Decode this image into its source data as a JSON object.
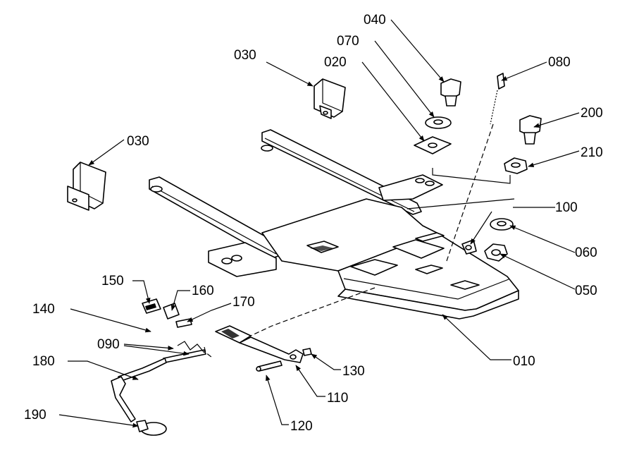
{
  "labels": {
    "p010": "010",
    "p020": "020",
    "p030a": "030",
    "p030b": "030",
    "p040": "040",
    "p050": "050",
    "p060": "060",
    "p070": "070",
    "p080": "080",
    "p090": "090",
    "p100": "100",
    "p110": "110",
    "p120": "120",
    "p130": "130",
    "p140": "140",
    "p150": "150",
    "p160": "160",
    "p170": "170",
    "p180": "180",
    "p190": "190",
    "p200": "200",
    "p210": "210"
  }
}
